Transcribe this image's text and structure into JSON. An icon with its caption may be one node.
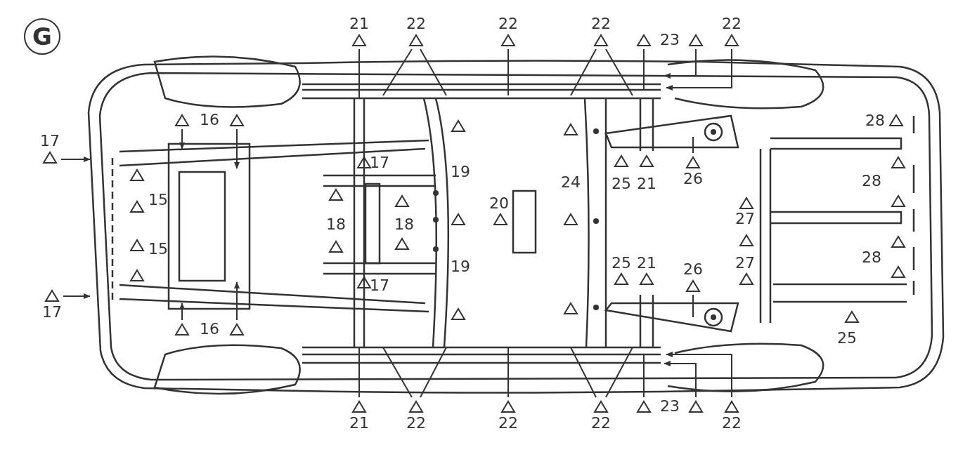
{
  "diagram": {
    "nodes": [
      {
        "text": [
          "21"
        ]
      },
      {
        "text": [
          "22"
        ]
      },
      {
        "text": [
          "22"
        ]
      },
      {
        "text": [
          "22"
        ]
      },
      {
        "text": [
          "23"
        ]
      },
      {
        "text": [
          "22"
        ]
      },
      {
        "text": [
          "17"
        ]
      },
      {
        "text": [
          "16"
        ]
      },
      {
        "text": [
          "16"
        ]
      },
      {
        "text": [
          "17"
        ]
      },
      {
        "text": [
          "26"
        ]
      },
      {
        "text": [
          "26"
        ]
      },
      {
        "text": [
          "21"
        ]
      },
      {
        "text": [
          "22"
        ]
      },
      {
        "text": [
          "22"
        ]
      },
      {
        "text": [
          "22"
        ]
      },
      {
        "text": [
          "23"
        ]
      },
      {
        "text": [
          "22"
        ]
      }
    ],
    "edges": [
      {
        "from": 0,
        "to": null,
        "arrow": "none"
      },
      {
        "from": 1,
        "to": null,
        "arrow": "none"
      },
      {
        "from": 1,
        "to": null,
        "arrow": "none"
      },
      {
        "from": 2,
        "to": null,
        "arrow": "none"
      },
      {
        "from": 3,
        "to": null,
        "arrow": "none"
      },
      {
        "from": 3,
        "to": null,
        "arrow": "none"
      },
      {
        "from": 4,
        "to": null,
        "arrow": "none"
      },
      {
        "from": 4,
        "to": null,
        "arrow": "to"
      },
      {
        "from": 5,
        "to": null,
        "arrow": "to"
      },
      {
        "from": 6,
        "to": null,
        "arrow": "to"
      },
      {
        "from": 7,
        "to": null,
        "arrow": "to"
      },
      {
        "from": 7,
        "to": null,
        "arrow": "to"
      },
      {
        "from": 8,
        "to": null,
        "arrow": "to"
      },
      {
        "from": 8,
        "to": null,
        "arrow": "to"
      },
      {
        "from": 9,
        "to": null,
        "arrow": "to"
      },
      {
        "from": 10,
        "to": null,
        "arrow": "none"
      },
      {
        "from": 11,
        "to": null,
        "arrow": "none"
      },
      {
        "from": 12,
        "to": null,
        "arrow": "none"
      },
      {
        "from": 13,
        "to": null,
        "arrow": "none"
      },
      {
        "from": 13,
        "to": null,
        "arrow": "none"
      },
      {
        "from": 14,
        "to": null,
        "arrow": "none"
      },
      {
        "from": 15,
        "to": null,
        "arrow": "none"
      },
      {
        "from": 15,
        "to": null,
        "arrow": "none"
      },
      {
        "from": 16,
        "to": null,
        "arrow": "none"
      },
      {
        "from": 16,
        "to": null,
        "arrow": "to"
      },
      {
        "from": 17,
        "to": null,
        "arrow": "to"
      }
    ],
    "labels": [
      "G",
      "28",
      "17",
      "19",
      "24",
      "25",
      "21",
      "28",
      "15",
      "20",
      "18",
      "18",
      "27",
      "15",
      "19",
      "25",
      "21",
      "27",
      "28",
      "17",
      "25"
    ]
  }
}
